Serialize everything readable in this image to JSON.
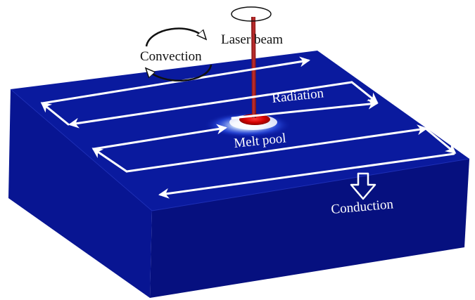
{
  "labels": {
    "laser_beam": "Laser beam",
    "convection": "Convection",
    "radiation": "Radiation",
    "melt_pool": "Melt pool",
    "conduction": "Conduction"
  },
  "colors": {
    "block_top": "#0a1a9e",
    "block_front": "#06107f",
    "block_side": "#081592",
    "melt_pool_core": "#c40000",
    "melt_pool_glow": "#ffffff",
    "laser_beam": "#9e1c1c",
    "arrow": "#ffffff"
  }
}
